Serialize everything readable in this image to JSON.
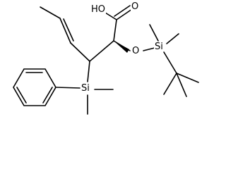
{
  "molecule": {
    "atoms": {
      "carboxyl_oh": "HO",
      "carbonyl_o": "O",
      "ether_o": "O",
      "silicon_tbs": "Si",
      "silicon_phenyl": "Si"
    }
  },
  "colors": {
    "bond": "#000000",
    "background": "#ffffff"
  }
}
